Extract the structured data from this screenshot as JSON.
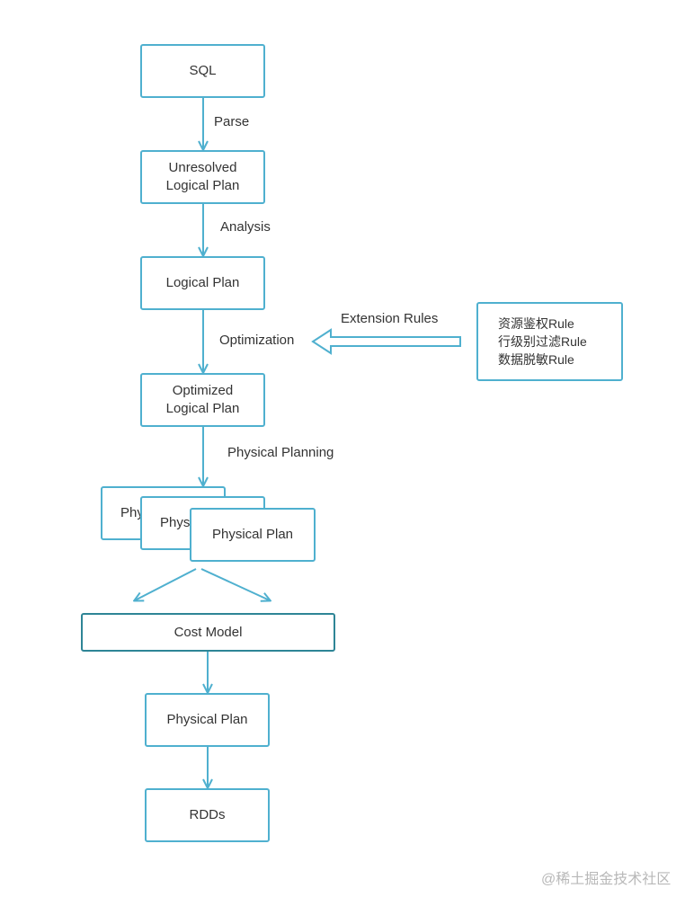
{
  "colors": {
    "edge": "#4fb0cf",
    "cost_border": "#2e8596",
    "text": "#333333",
    "watermark": "#b8b8b8"
  },
  "nodes": {
    "sql": "SQL",
    "unresolved": "Unresolved\nLogical Plan",
    "logical": "Logical Plan",
    "optimized": "Optimized\nLogical Plan",
    "physical_back1": "Phys",
    "physical_back2": "Phys",
    "physical_front": "Physical Plan",
    "cost_model": "Cost Model",
    "physical_selected": "Physical Plan",
    "rdds": "RDDs"
  },
  "edges": {
    "parse": "Parse",
    "analysis": "Analysis",
    "optimization": "Optimization",
    "physical_planning": "Physical Planning",
    "extension_rules": "Extension Rules"
  },
  "rules": [
    "资源鉴权Rule",
    "行级别过滤Rule",
    "数据脱敏Rule"
  ],
  "watermark": "@稀土掘金技术社区"
}
